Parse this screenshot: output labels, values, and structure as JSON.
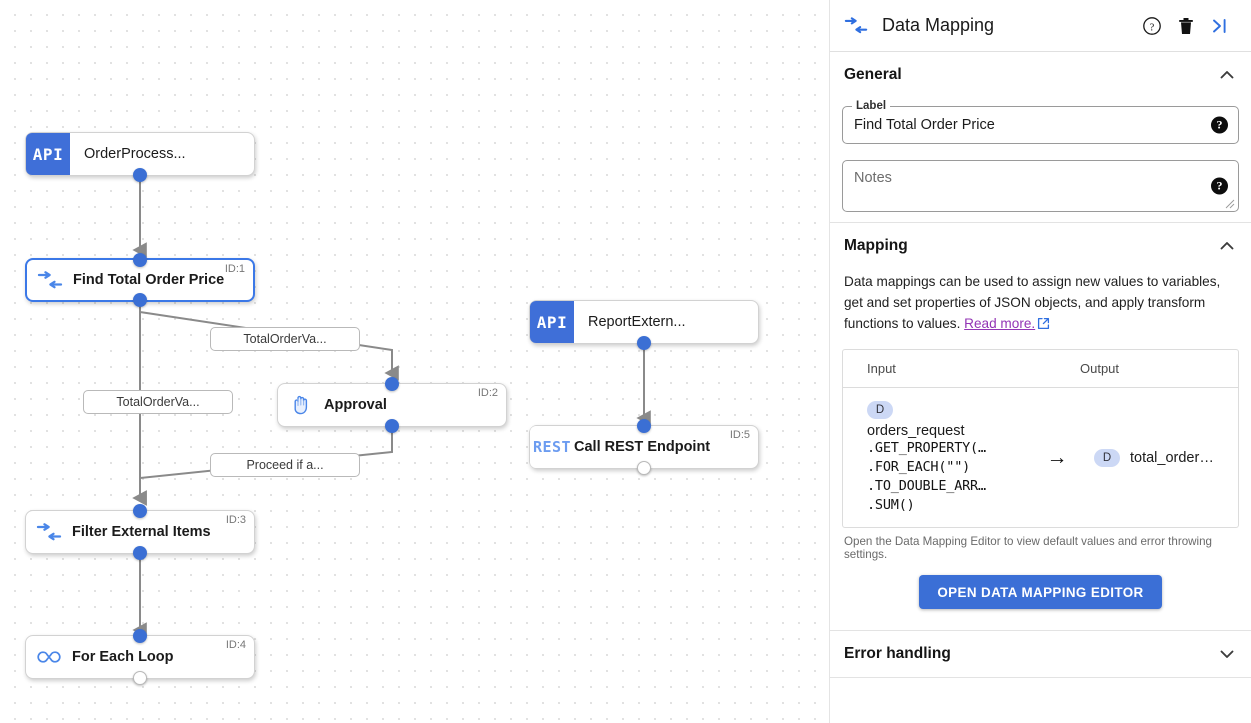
{
  "panel": {
    "icon": "data-mapping-icon",
    "title": "Data Mapping",
    "help_icon": "help-circle-icon",
    "delete_icon": "trash-icon",
    "collapse_icon": "collapse-panel-icon",
    "general": {
      "title": "General",
      "collapse_icon": "chevron-up-icon",
      "label_legend": "Label",
      "label_value": "Find Total Order Price",
      "notes_placeholder": "Notes",
      "help_icon": "question-mark-icon"
    },
    "mapping": {
      "title": "Mapping",
      "collapse_icon": "chevron-up-icon",
      "description": "Data mappings can be used to assign new values to variables, get and set properties of JSON objects, and apply transform functions to values.",
      "link_text": "Read more.",
      "link_icon": "external-link-icon",
      "columns": {
        "input": "Input",
        "output": "Output"
      },
      "row": {
        "input_badge": "D",
        "input_name": "orders_request",
        "input_functions": [
          ".GET_PROPERTY(…",
          ".FOR_EACH(\"\")",
          ".TO_DOUBLE_ARR…",
          ".SUM()"
        ],
        "arrow": "→",
        "output_badge": "D",
        "output_name": "total_order…"
      },
      "hint": "Open the Data Mapping Editor to view default values and error throwing settings.",
      "button_label": "OPEN DATA MAPPING EDITOR"
    },
    "error_handling": {
      "title": "Error handling",
      "expand_icon": "chevron-down-icon"
    }
  },
  "canvas": {
    "nodes": [
      {
        "id": "",
        "badge": "API",
        "title": "OrderProcess...",
        "type": "api"
      },
      {
        "id": "ID:1",
        "icon": "data-mapping-icon",
        "title": "Find Total Order Price",
        "type": "mapping",
        "selected": true
      },
      {
        "id": "ID:2",
        "icon": "hand-icon",
        "title": "Approval",
        "type": "approval"
      },
      {
        "id": "ID:3",
        "icon": "data-mapping-icon",
        "title": "Filter External Items",
        "type": "mapping"
      },
      {
        "id": "ID:4",
        "icon": "loop-icon",
        "title": "For Each Loop",
        "type": "loop"
      },
      {
        "id": "",
        "badge": "API",
        "title": "ReportExtern...",
        "type": "api"
      },
      {
        "id": "ID:5",
        "badge": "REST",
        "title": "Call REST Endpoint",
        "type": "rest"
      }
    ],
    "edge_labels": [
      "TotalOrderVa...",
      "TotalOrderVa...",
      "Proceed if a..."
    ]
  },
  "colors": {
    "accent": "#3b6fd6",
    "badge": "#3f6fd8",
    "selected_border": "#3b78e7",
    "link": "#9334b5",
    "pill": "#ccd8f5",
    "edge": "#7c7c7c"
  }
}
